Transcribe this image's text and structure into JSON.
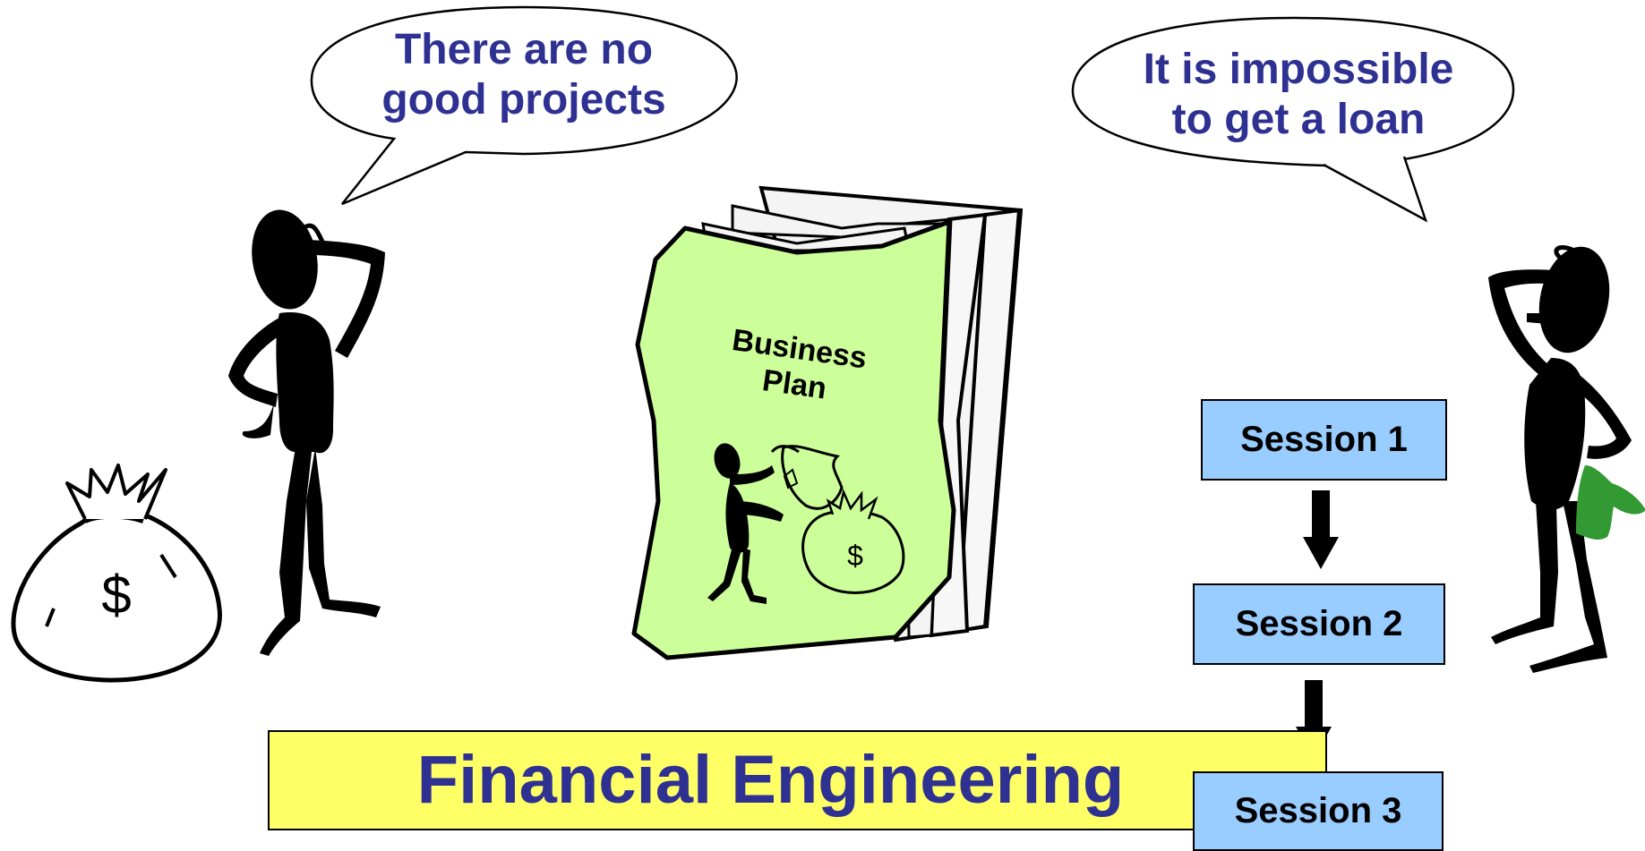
{
  "bubbles": {
    "left": {
      "line1": "There are no",
      "line2": "good projects"
    },
    "right": {
      "line1": "It is impossible",
      "line2": "to get a loan"
    }
  },
  "book": {
    "line1": "Business",
    "line2": "Plan",
    "color": "#CCFF99"
  },
  "sessions": [
    "Session 1",
    "Session 2",
    "Session 3"
  ],
  "banner": {
    "label": "Financial Engineering",
    "color": "#FFFF66"
  },
  "money_bag_symbol": "$",
  "colors": {
    "text_accent": "#2E3192",
    "session_fill": "#99CCFF",
    "hat_green": "#339933"
  },
  "icons": [
    "money-bag-icon",
    "thinking-person-icon",
    "business-plan-book-icon",
    "down-arrow-icon"
  ]
}
